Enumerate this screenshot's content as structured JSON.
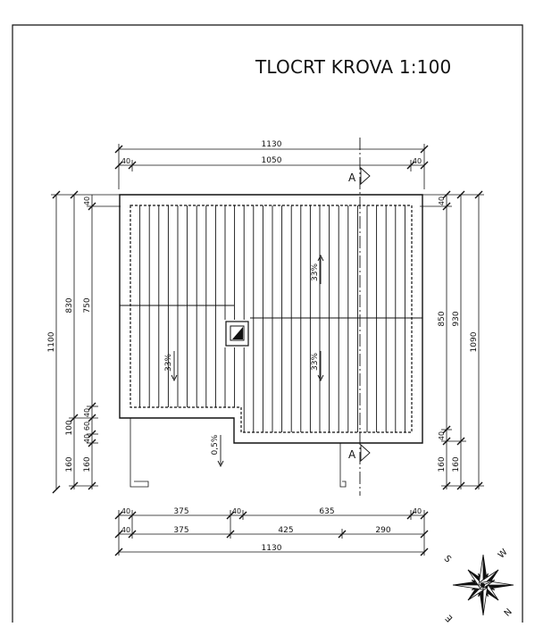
{
  "title": "TLOCRT KROVA 1:100",
  "section_mark": "A",
  "slopes": {
    "upper_right": "33%",
    "lower_left": "33%",
    "lower_right": "33%",
    "terrace": "0,5%"
  },
  "dimensions": {
    "top_total": "1130",
    "top_inner": "1050",
    "top_left_end": "40",
    "top_right_end": "40",
    "bottom_row1": [
      "40",
      "375",
      "40",
      "635",
      "40"
    ],
    "bottom_row2": [
      "40",
      "375",
      "425",
      "290"
    ],
    "bottom_total": "1130",
    "left_total": "1100",
    "left_830": "830",
    "left_750": "750",
    "left_100": "100",
    "left_160a": "160",
    "left_160b": "160",
    "left_top_40": "40",
    "left_mid_40": "40",
    "left_60": "60",
    "left_low_40": "40",
    "right_1090": "1090",
    "right_930": "930",
    "right_850": "850",
    "right_top_40": "40",
    "right_low_40": "40",
    "right_160a": "160",
    "right_160b": "160"
  },
  "compass": {
    "s": "S",
    "w": "W",
    "n": "N",
    "e": "E"
  }
}
